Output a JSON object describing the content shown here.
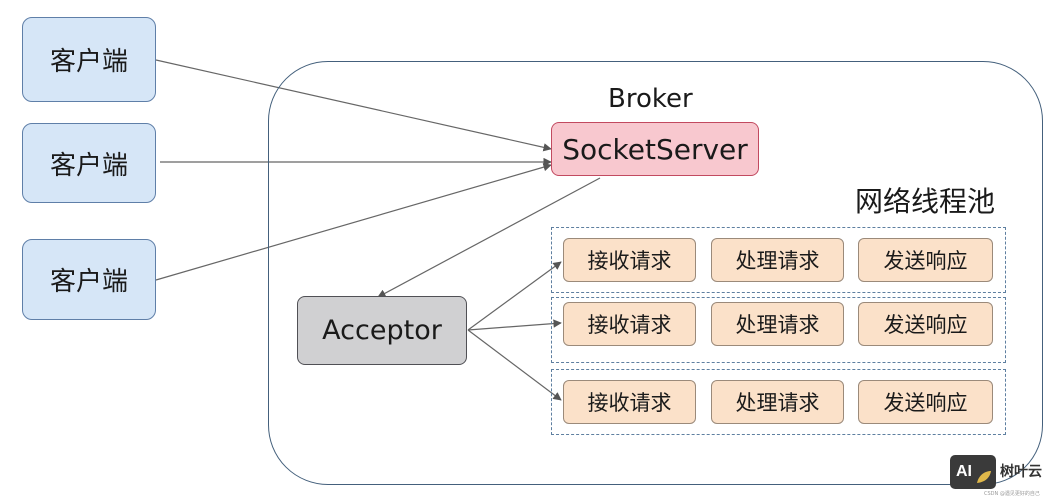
{
  "clients": [
    "客户端",
    "客户端",
    "客户端"
  ],
  "broker": {
    "title": "Broker",
    "socket_server": "SocketServer",
    "acceptor": "Acceptor",
    "pool_title": "网络线程池",
    "rows": [
      [
        "接收请求",
        "处理请求",
        "发送响应"
      ],
      [
        "接收请求",
        "处理请求",
        "发送响应"
      ],
      [
        "接收请求",
        "处理请求",
        "发送响应"
      ]
    ]
  },
  "watermark": {
    "logo": "AI",
    "brand": "树叶云",
    "sub": "CSDN @遇见更好的自己"
  },
  "colors": {
    "client_fill": "#d6e6f7",
    "socket_fill": "#f8c8cf",
    "acceptor_fill": "#d0d0d2",
    "task_fill": "#fbe1c9",
    "frame_stroke": "#44607c"
  }
}
